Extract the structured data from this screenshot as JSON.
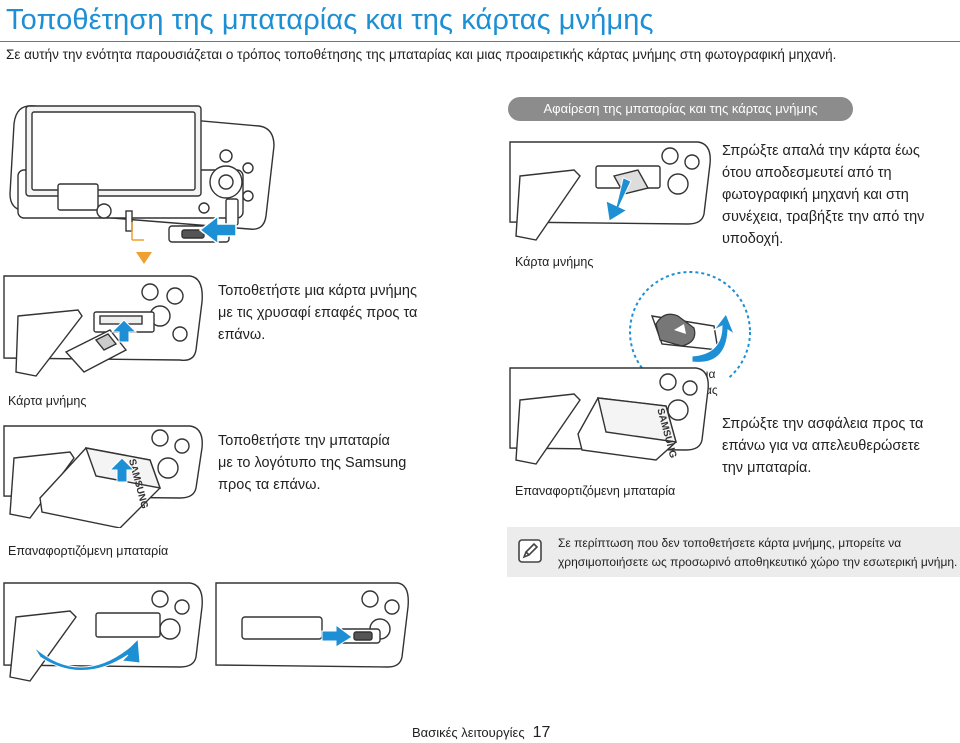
{
  "page": {
    "title": "Τοποθέτηση της μπαταρίας και της κάρτας μνήμης",
    "subtitle": "Σε αυτήν την ενότητα παρουσιάζεται ο τρόπος τοποθέτησης της μπαταρίας και μιας προαιρετικής κάρτας μνήμης στη φωτογραφική μηχανή."
  },
  "insert": {
    "card_line1": "Τοποθετήστε μια κάρτα μνήμης",
    "card_line2": "με τις χρυσαφί επαφές προς τα",
    "card_line3": "επάνω.",
    "card_label": "Κάρτα μνήμης",
    "battery_line1": "Τοποθετήστε την μπαταρία",
    "battery_line2": "με το λογότυπο της Samsung",
    "battery_line3": "προς τα επάνω.",
    "battery_label": "Επαναφορτιζόμενη μπαταρία",
    "battery_brand": "SAMSUNG"
  },
  "remove": {
    "header": "Αφαίρεση της μπαταρίας και της κάρτας μνήμης",
    "card_line1": "Σπρώξτε απαλά την κάρτα έως",
    "card_line2": "ότου αποδεσμευτεί από τη",
    "card_line3": "φωτογραφική μηχανή και στη",
    "card_line4": "συνέχεια, τραβήξτε την από την",
    "card_line5": "υποδοχή.",
    "card_label": "Κάρτα μνήμης",
    "lock_label_line1": "Ασφάλεια",
    "lock_label_line2": "μπαταρίας",
    "battery_line1": "Σπρώξτε την ασφάλεια προς τα",
    "battery_line2": "επάνω για να απελευθερώσετε",
    "battery_line3": "την μπαταρία.",
    "battery_label": "Επαναφορτιζόμενη μπαταρία",
    "battery_brand": "SAMSUNG"
  },
  "note": {
    "line1": "Σε περίπτωση που δεν τοποθετήσετε κάρτα μνήμης, μπορείτε να",
    "line2": "χρησιμοποιήσετε ως προσωρινό αποθηκευτικό χώρο την εσωτερική μνήμη.",
    "icon": "note-pencil-icon"
  },
  "footer": {
    "section": "Βασικές λειτουργίες",
    "page_number": "17"
  },
  "colors": {
    "accent": "#1d8fd4",
    "arrow_orange": "#f0a030",
    "note_bg": "#ececec",
    "pill_bg": "#8c8c8c"
  }
}
